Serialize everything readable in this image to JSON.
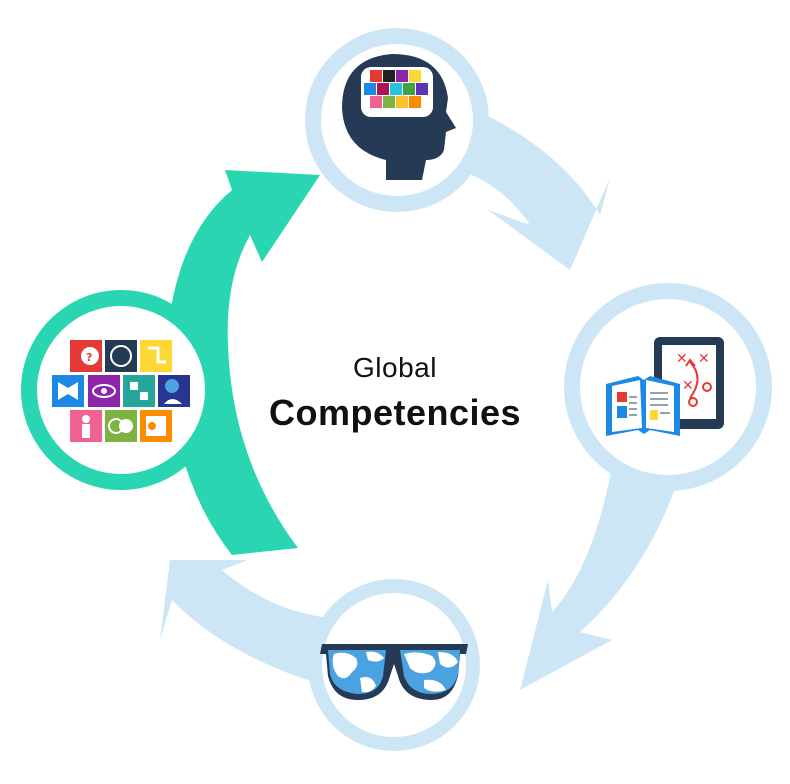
{
  "title": {
    "line1": "Global",
    "line2": "Competencies"
  },
  "colors": {
    "ring_light": "#cde6f6",
    "ring_accent": "#2ad6b1",
    "head_dark": "#243a55",
    "text": "#111111"
  },
  "nodes": [
    {
      "icon": "head-with-colorful-brain-icon"
    },
    {
      "icon": "tablet-game-plan-and-open-book-icon"
    },
    {
      "icon": "glasses-with-world-map-icon"
    },
    {
      "icon": "skills-icon-grid"
    }
  ],
  "cycle_arrows": [
    {
      "from": "top",
      "to": "right"
    },
    {
      "from": "right",
      "to": "bottom"
    },
    {
      "from": "bottom",
      "to": "left"
    },
    {
      "from": "left",
      "to": "top",
      "highlighted": true
    }
  ]
}
